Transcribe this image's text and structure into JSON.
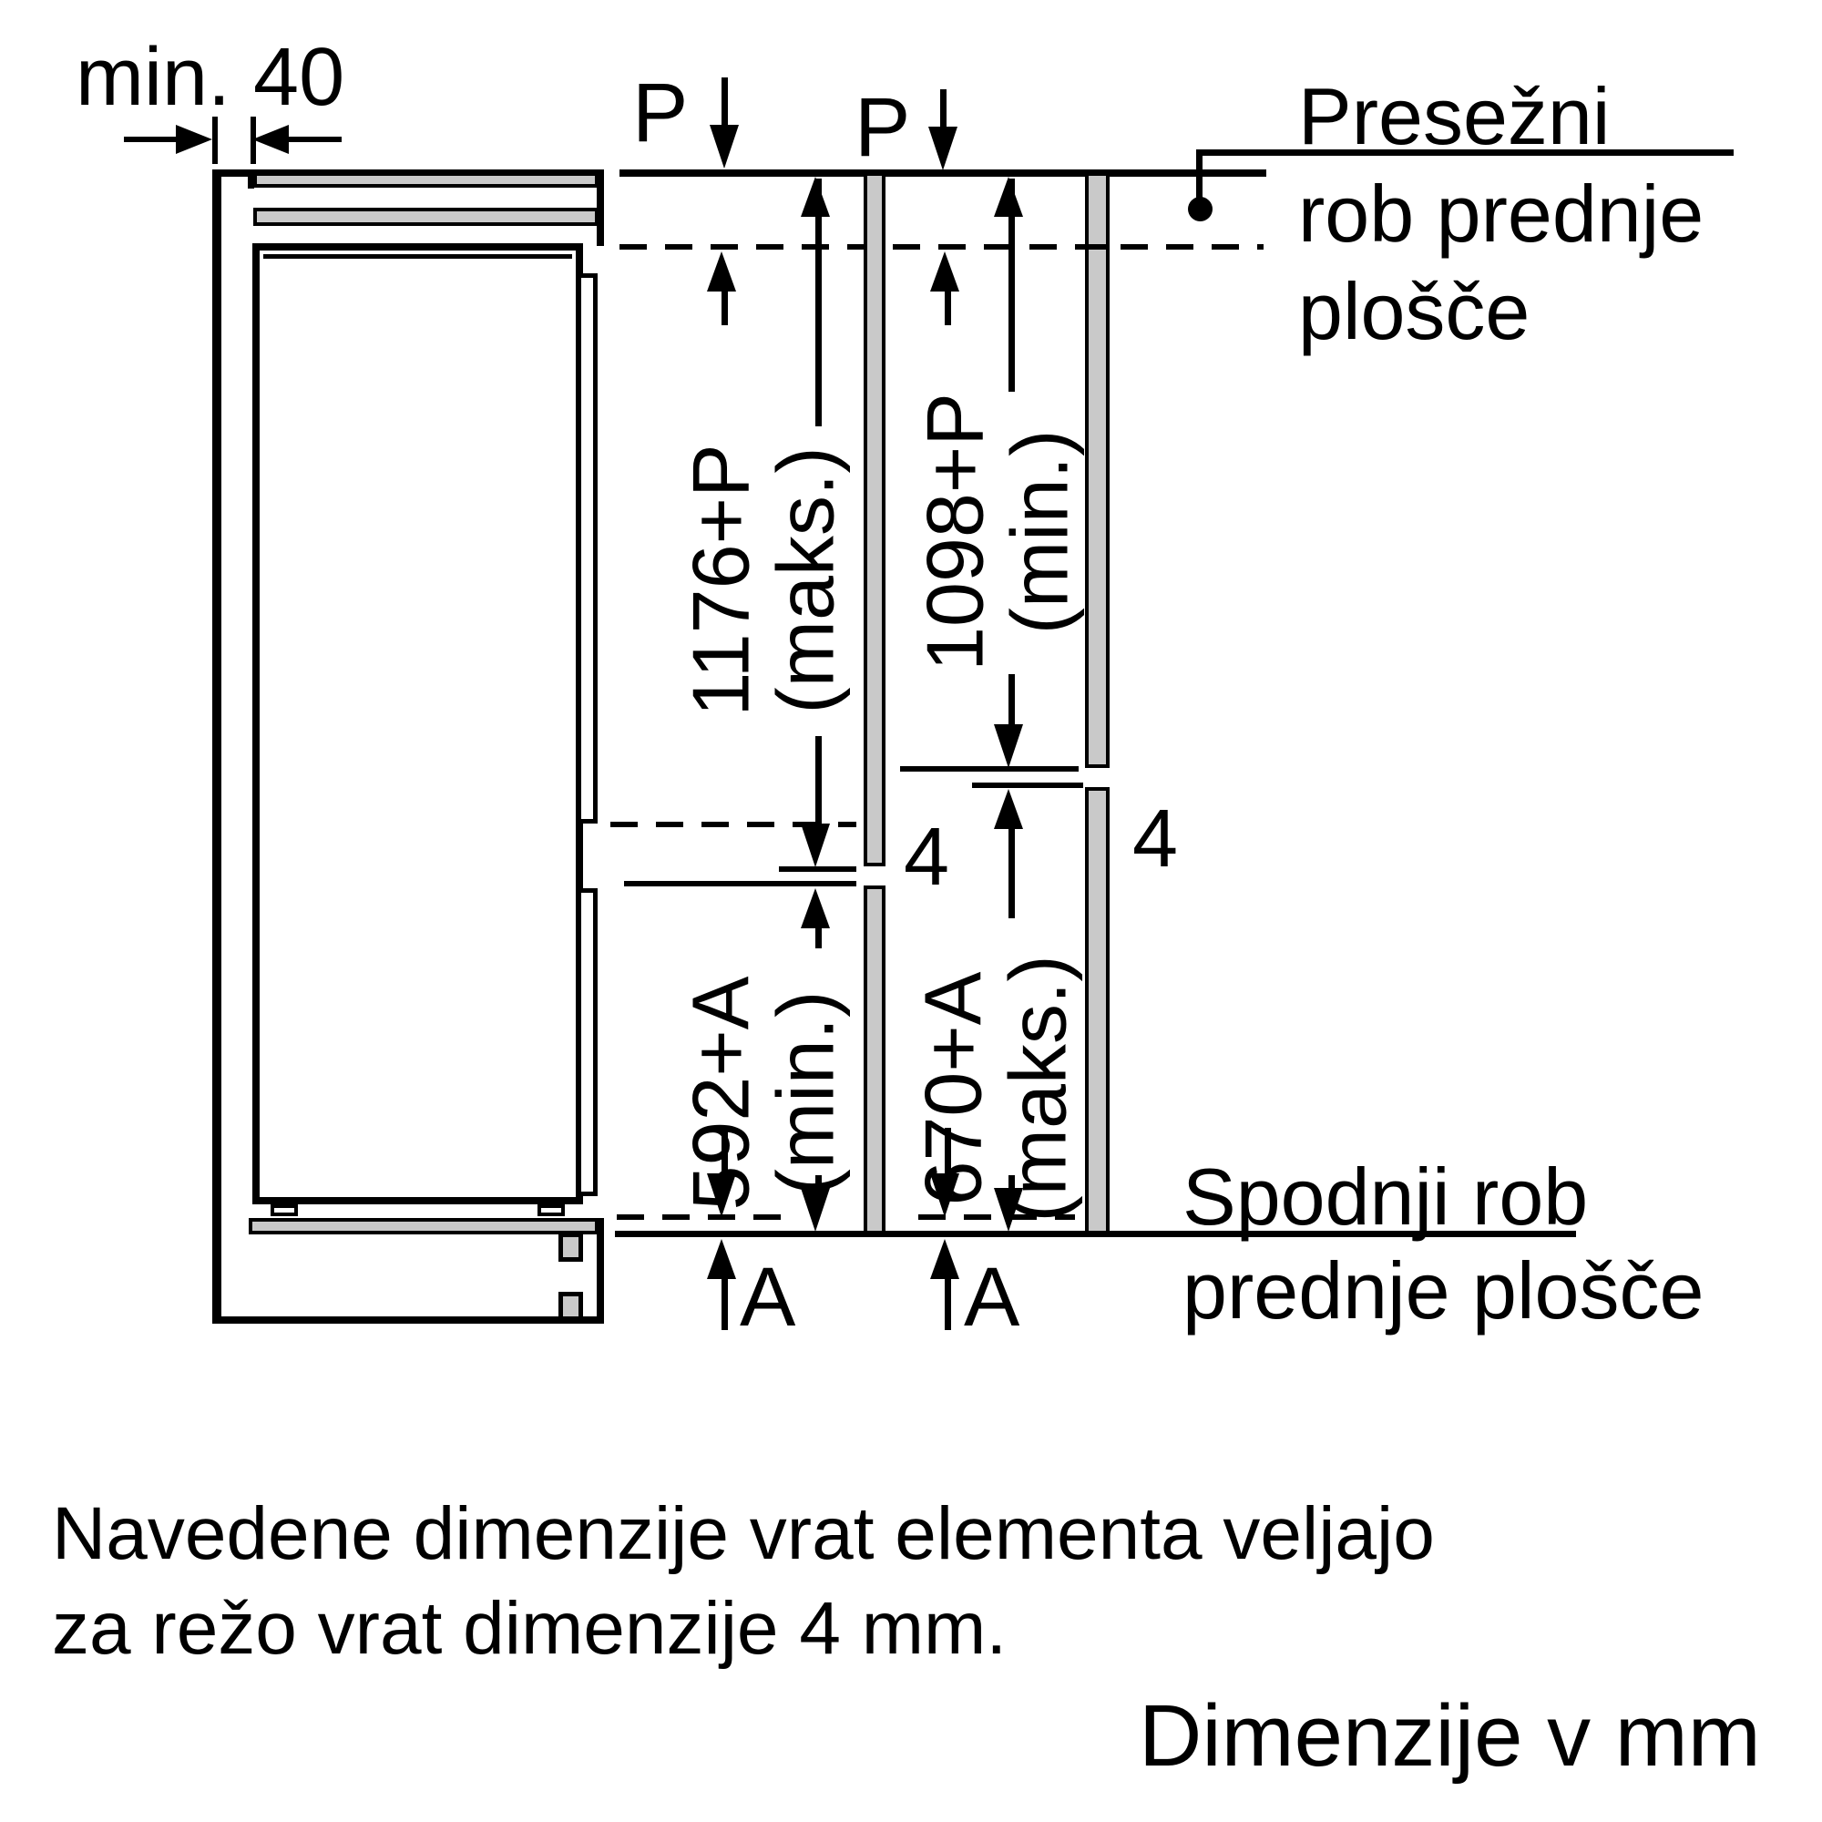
{
  "colors": {
    "line": "#000000",
    "panel_fill": "#c9c9c9",
    "background": "#ffffff"
  },
  "labels": {
    "min_gap": "min. 40",
    "p": "P",
    "gap": "4",
    "a": "A"
  },
  "dimensions": {
    "upper_left": {
      "value": "1176+P",
      "qualifier": "(maks.)"
    },
    "upper_right": {
      "value": "1098+P",
      "qualifier": "(min.)"
    },
    "lower_left": {
      "value": "592+A",
      "qualifier": "(min.)"
    },
    "lower_right": {
      "value": "670+A",
      "qualifier": "(maks.)"
    }
  },
  "annotations": {
    "top_edge": {
      "line1": "Presežni",
      "line2": "rob prednje",
      "line3": "plošče"
    },
    "bottom_edge": {
      "line1": "Spodnji rob",
      "line2": "prednje plošče"
    }
  },
  "caption": {
    "line1": "Navedene dimenzije vrat elementa veljajo",
    "line2": "za režo vrat dimenzije 4 mm."
  },
  "footer": "Dimenzije v mm"
}
